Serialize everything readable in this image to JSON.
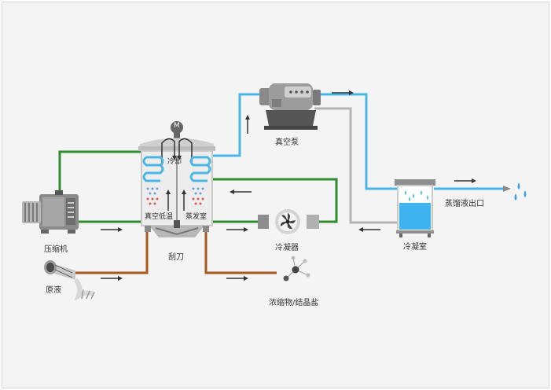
{
  "labels": {
    "compressor": "压缩机",
    "raw_liquid": "原液",
    "motor": "M",
    "cooling": "冷却",
    "vacuum_low_temp": "真空低温",
    "evaporation_chamber": "蒸发室",
    "scraper": "刮刀",
    "vacuum_pump": "真空泵",
    "condenser": "冷凝器",
    "condensation_chamber": "冷凝室",
    "distillate_outlet": "蒸馏液出口",
    "concentrate_crystal_salt": "浓缩物/结晶盐"
  },
  "colors": {
    "refrigerant_line": "#2e8b2e",
    "vapor_line": "#4ab6e6",
    "return_line": "#b4b4b4",
    "liquid_line": "#a8581c",
    "arrow": "#333333"
  },
  "icons": [
    "compressor-icon",
    "raw-liquid-pipe-icon",
    "evaporator-vessel-icon",
    "vacuum-pump-icon",
    "condenser-fan-icon",
    "condensation-tank-icon",
    "water-drops-icon",
    "molecule-icon"
  ]
}
